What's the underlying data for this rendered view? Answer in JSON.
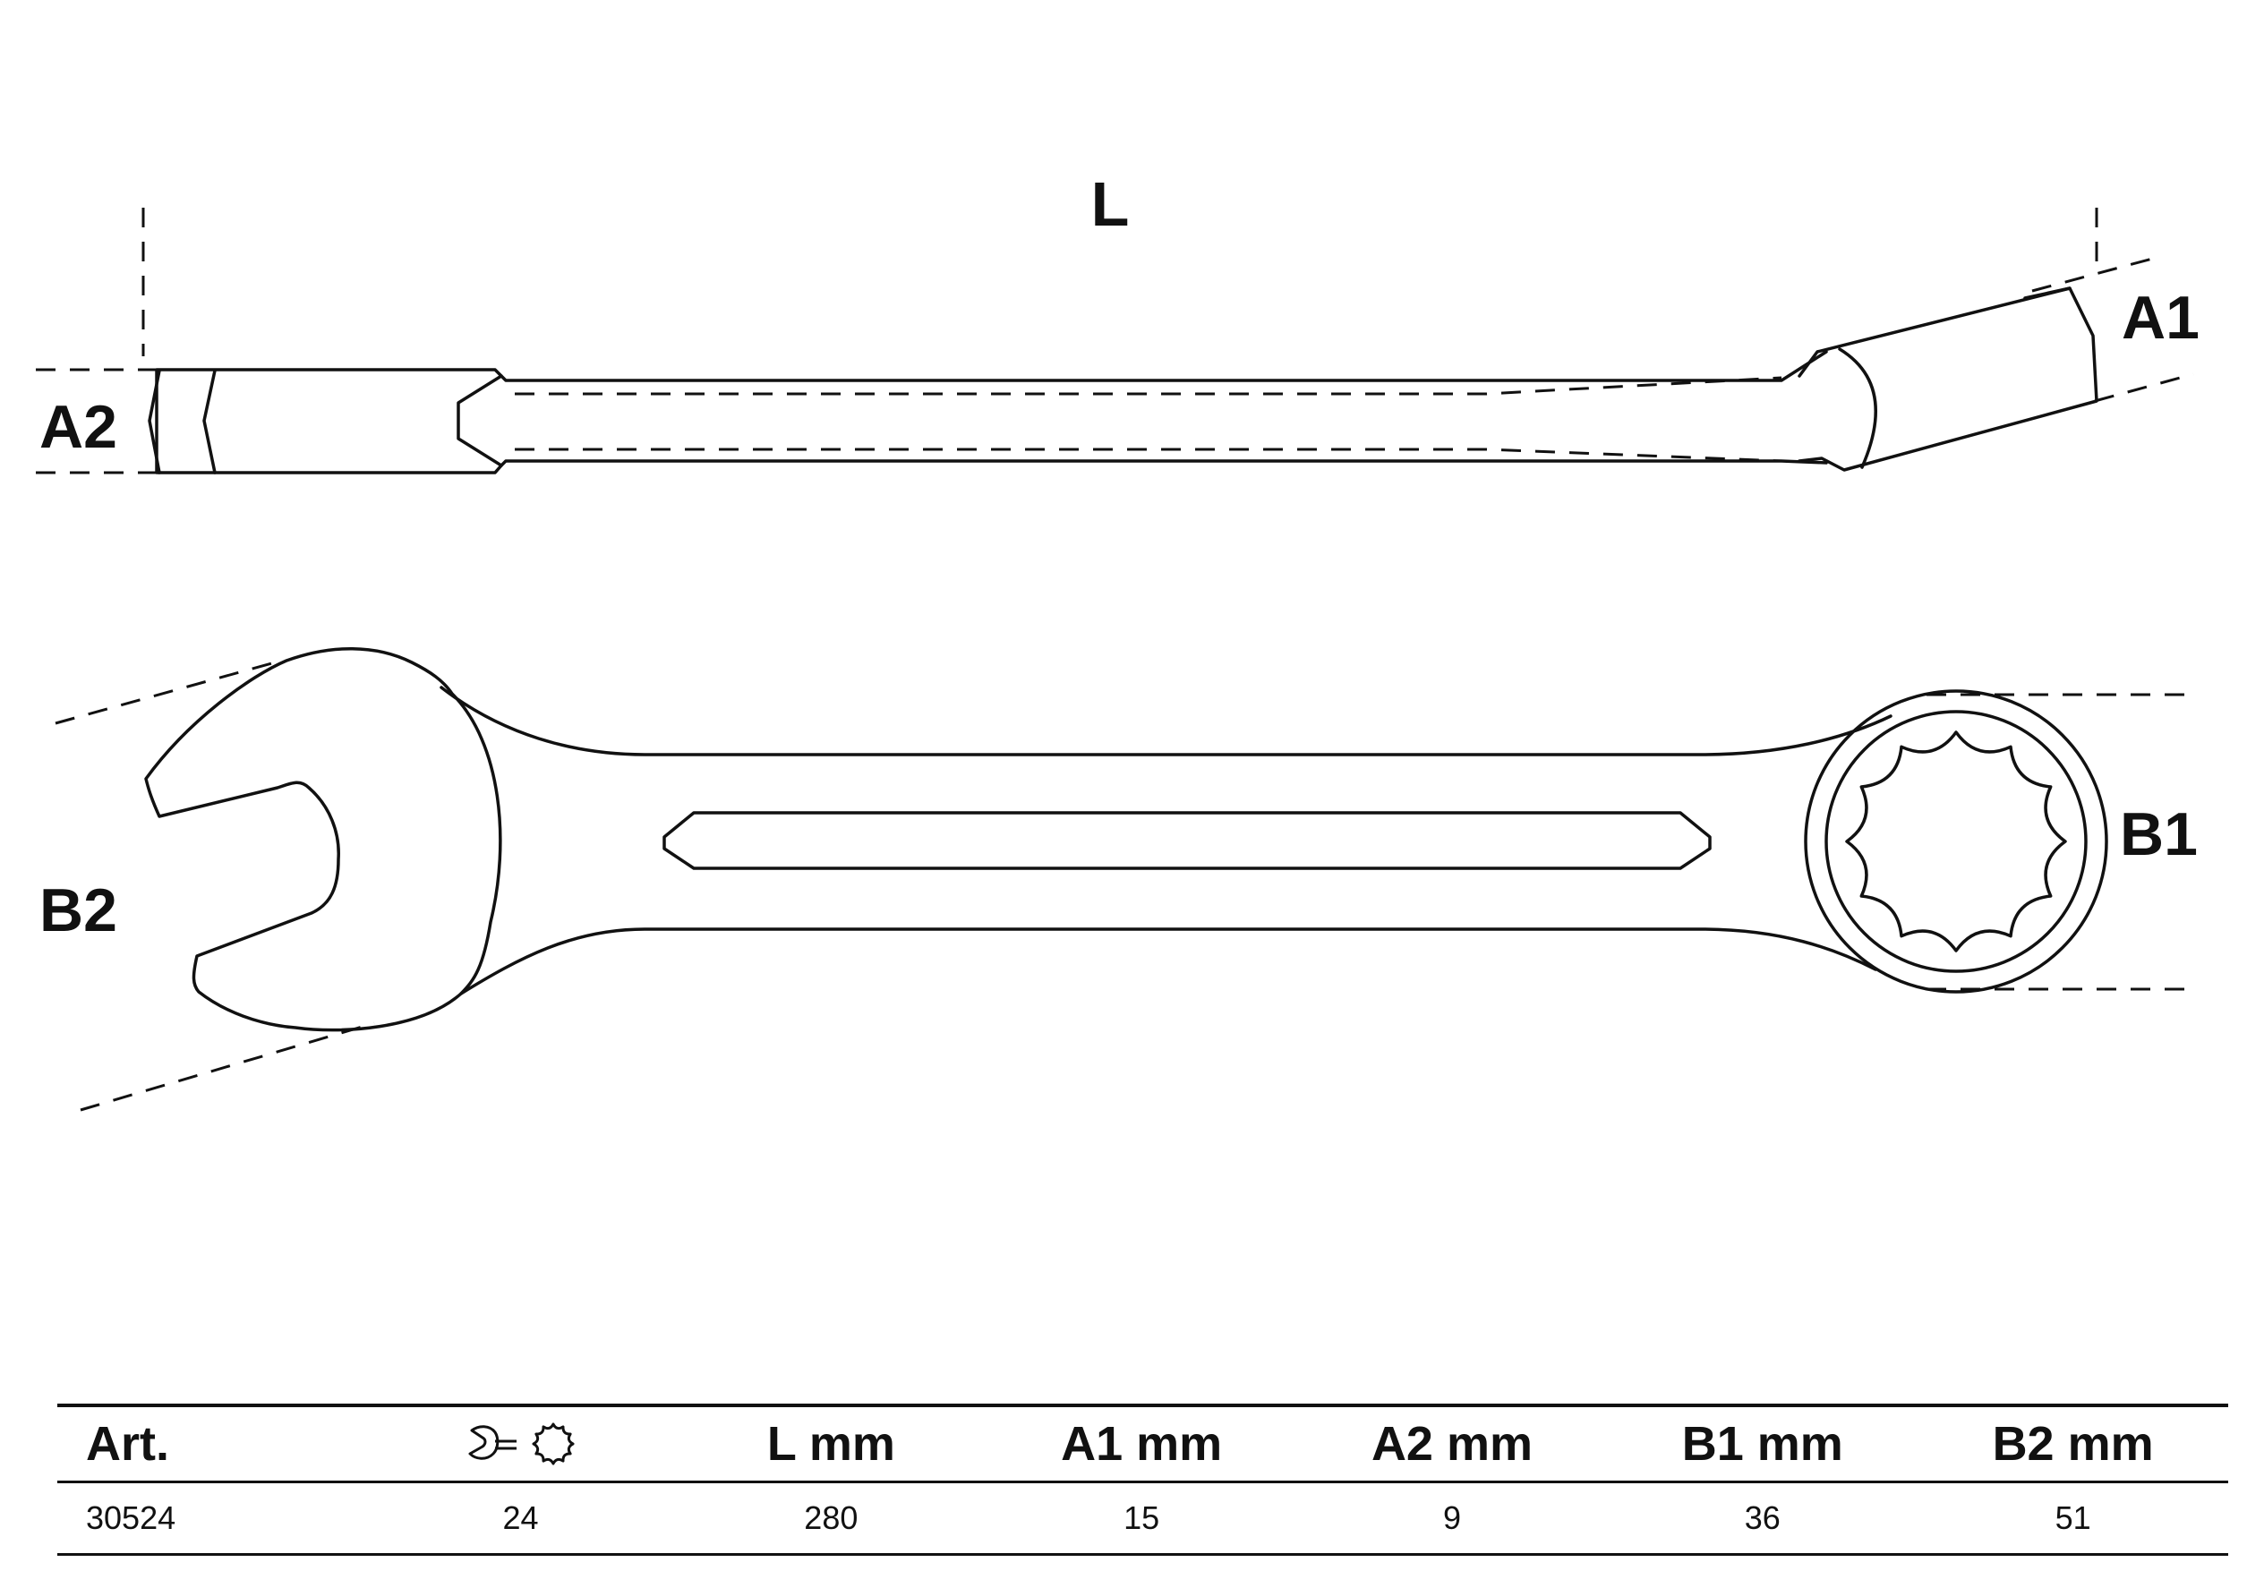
{
  "dimension_labels": {
    "L": "L",
    "A1": "A1",
    "A2": "A2",
    "B1": "B1",
    "B2": "B2"
  },
  "icons": {
    "size_column": [
      "open-end-wrench-icon",
      "ring-12-point-icon"
    ]
  },
  "table": {
    "headers": [
      "Art.",
      "",
      "L mm",
      "A1 mm",
      "A2 mm",
      "B1 mm",
      "B2 mm"
    ],
    "rows": [
      [
        "30524",
        "24",
        "280",
        "15",
        "9",
        "36",
        "51"
      ]
    ]
  }
}
